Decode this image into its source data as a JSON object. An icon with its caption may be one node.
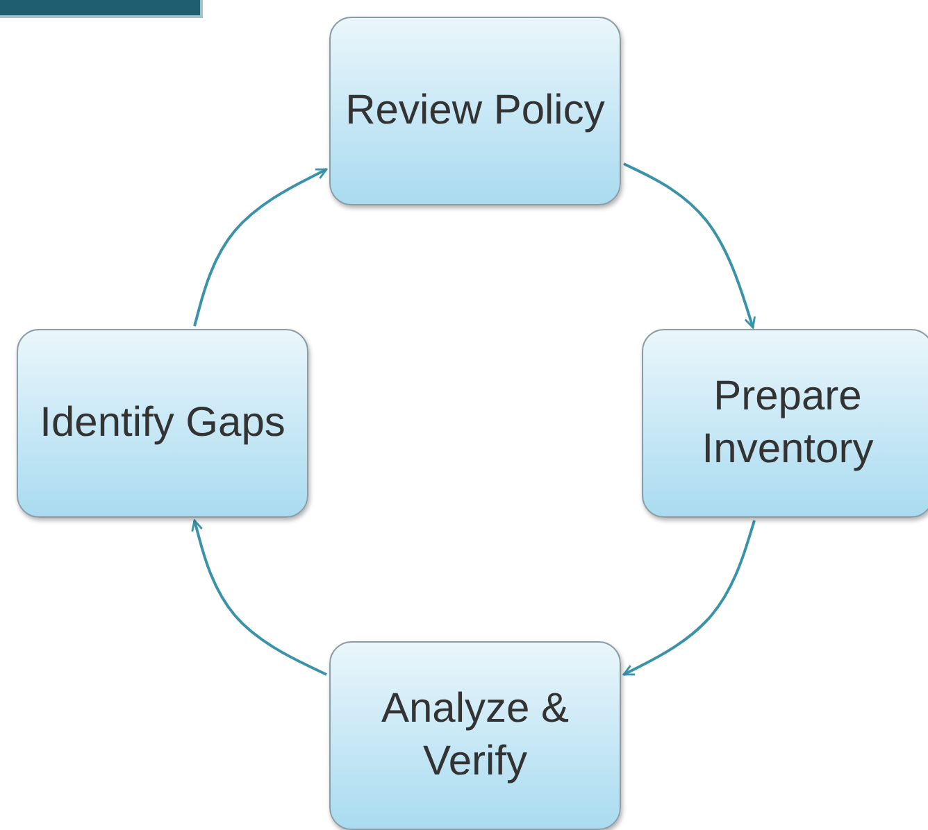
{
  "diagram": {
    "nodes": [
      {
        "text": [
          "Review Policy"
        ]
      },
      {
        "text": [
          "Prepare Inventory"
        ]
      },
      {
        "text": [
          "Analyze & Verify"
        ]
      },
      {
        "text": [
          "Identify Gaps"
        ]
      }
    ],
    "edges": [
      {
        "from": 0,
        "to": 1,
        "arrow": "to"
      },
      {
        "from": 1,
        "to": 2,
        "arrow": "to"
      },
      {
        "from": 2,
        "to": 3,
        "arrow": "to"
      },
      {
        "from": 3,
        "to": 0,
        "arrow": "to"
      }
    ]
  }
}
